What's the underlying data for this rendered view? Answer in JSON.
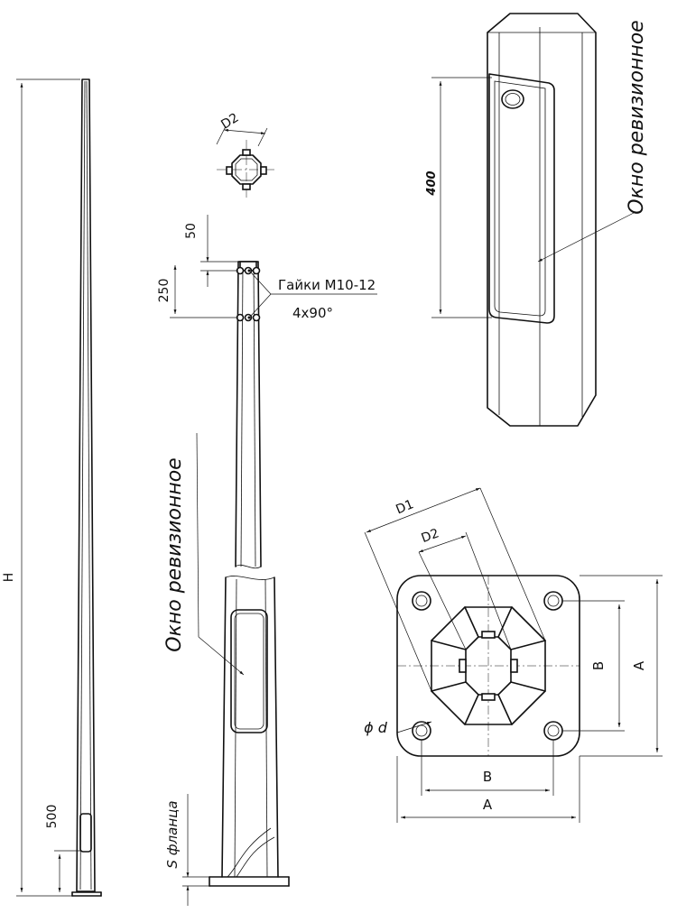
{
  "labels": {
    "d2_top": "D2",
    "dim_50": "50",
    "dim_250": "250",
    "nuts": "Гайки М10-12",
    "nuts_spacing": "4х90°",
    "window_side": "Окно ревизионное",
    "window_detail": "Окно ревизионное",
    "dim_400": "400",
    "height_H": "H",
    "dim_500": "500",
    "flange_thickness": "S фланца",
    "d1": "D1",
    "d2_flange": "D2",
    "hole_dia": "ϕ d",
    "b_bottom": "B",
    "a_bottom": "A",
    "b_right": "B",
    "a_right": "A"
  }
}
